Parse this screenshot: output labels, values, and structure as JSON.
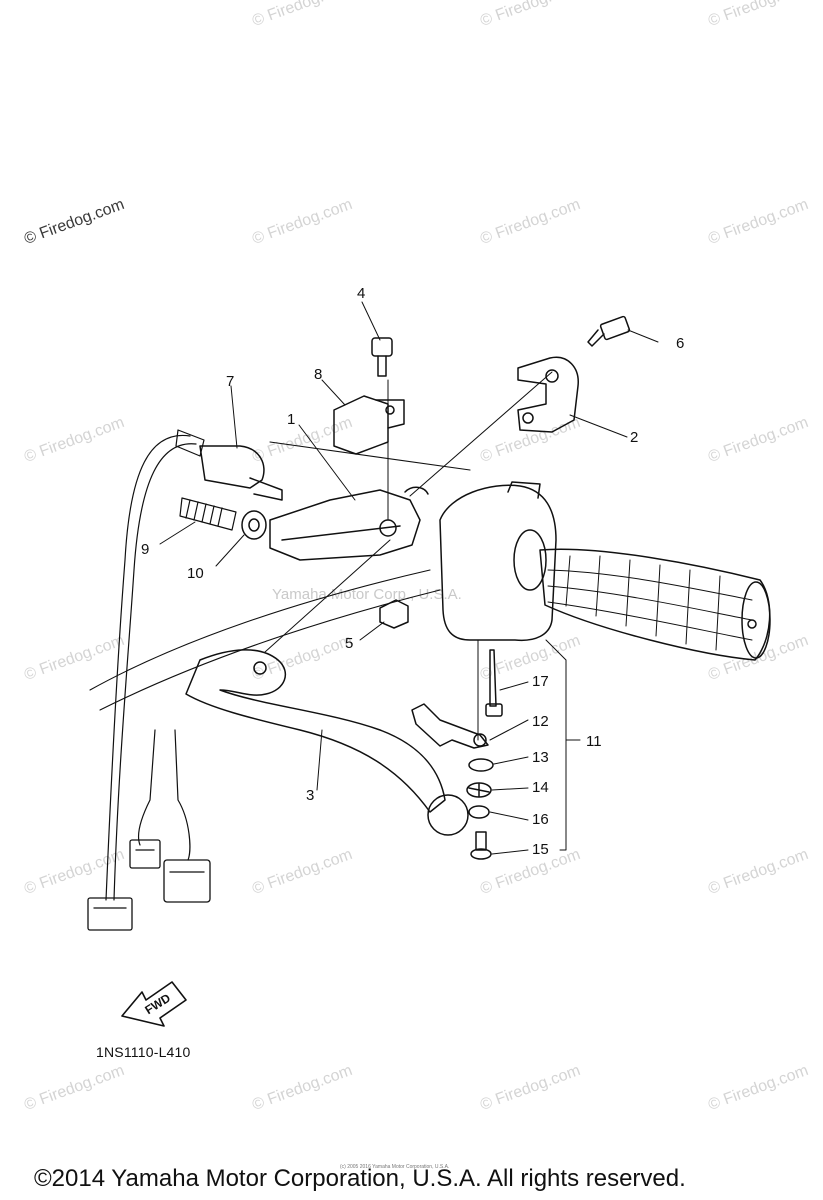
{
  "watermark": {
    "text": "© Firedog.com",
    "center_text": "Yamaha Motor Corp., U.S.A."
  },
  "callouts": [
    "1",
    "2",
    "3",
    "4",
    "5",
    "6",
    "7",
    "8",
    "9",
    "10",
    "11",
    "12",
    "13",
    "14",
    "15",
    "16",
    "17"
  ],
  "fwd_label": "FWD",
  "diagram_code": "1NS1110-L410",
  "tiny_notice": "(c) 2005 2016 Yamaha Motor Corporation, U.S.A.",
  "copyright": "©2014 Yamaha Motor Corporation, U.S.A. All rights reserved."
}
